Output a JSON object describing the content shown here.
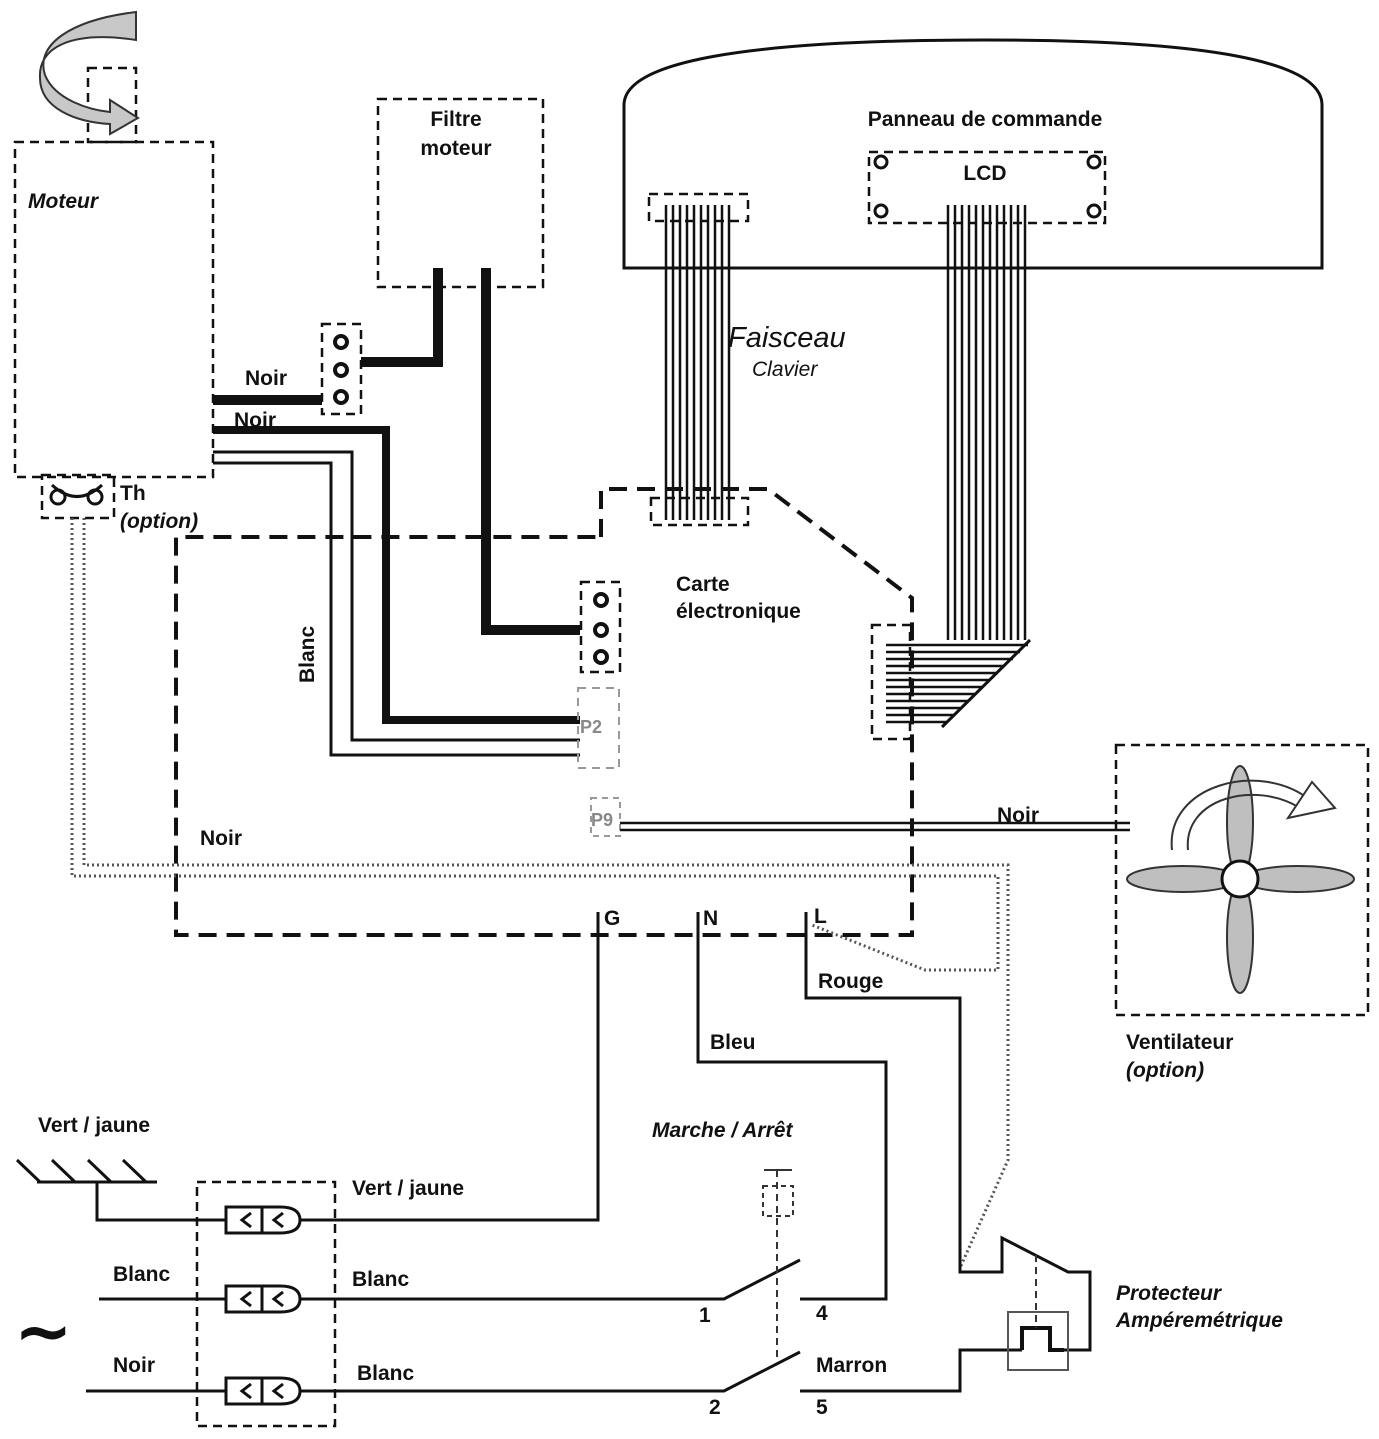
{
  "labels": {
    "moteur": "Moteur",
    "filtre_line1": "Filtre",
    "filtre_line2": "moteur",
    "panneau": "Panneau de commande",
    "lcd": "LCD",
    "faisceau": "Faisceau",
    "clavier": "Clavier",
    "noir_1": "Noir",
    "noir_2": "Noir",
    "th": "Th",
    "th_option": "(option)",
    "carte_line1": "Carte",
    "carte_line2": "électronique",
    "blanc_vertical": "Blanc",
    "p2": "P2",
    "p9": "P9",
    "noir_fan": "Noir",
    "noir_left": "Noir",
    "g": "G",
    "n": "N",
    "l": "L",
    "rouge": "Rouge",
    "bleu": "Bleu",
    "ventilateur": "Ventilateur",
    "ventilateur_option": "(option)",
    "vert_jaune_top": "Vert / jaune",
    "marche_arret": "Marche / Arrêt",
    "vert_jaune_right": "Vert / jaune",
    "blanc_left": "Blanc",
    "blanc_right_1": "Blanc",
    "noir_input": "Noir",
    "blanc_right_2": "Blanc",
    "switch_1": "1",
    "switch_4": "4",
    "switch_2": "2",
    "switch_5": "5",
    "marron": "Marron",
    "protecteur_line1": "Protecteur",
    "protecteur_line2": "Ampéremétrique",
    "tilde": "~"
  },
  "colors": {
    "line": "#111111",
    "dotted": "#555555",
    "fan_fill": "#bfbfbf",
    "arrow_fill": "#c8c8c8",
    "grey_text": "#888888"
  },
  "icons": {
    "rotation_arrow": "curved-arrow-icon",
    "fan": "fan-icon",
    "ground": "ground-symbol-icon",
    "plug": "plug-connector-icon",
    "thermal": "thermal-switch-icon"
  }
}
